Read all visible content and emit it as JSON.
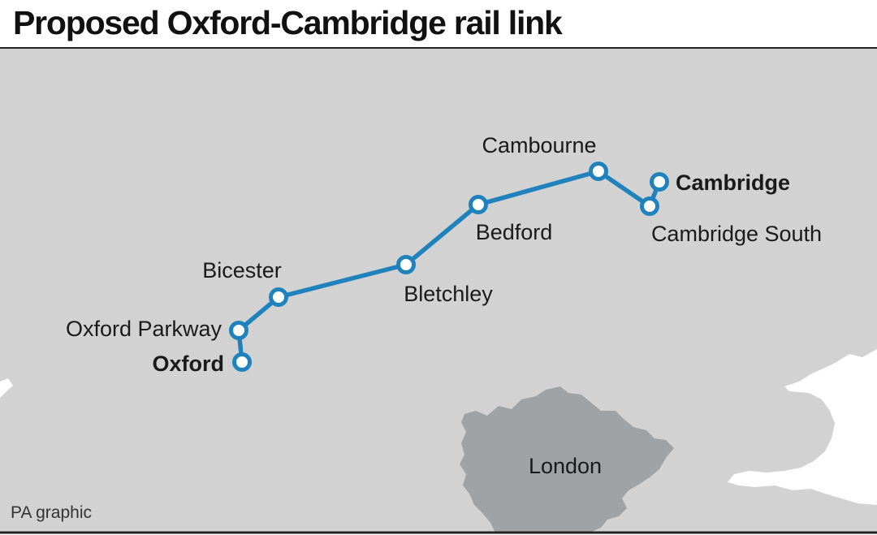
{
  "title": "Proposed Oxford-Cambridge rail link",
  "credit": "PA graphic",
  "colors": {
    "land": "#d2d2d2",
    "sea": "#ffffff",
    "london": "#9fa3a6",
    "route": "#1f82bd",
    "station_fill": "#ffffff",
    "text": "#1a1a1a"
  },
  "stations": {
    "oxford": {
      "name": "Oxford",
      "terminus": true
    },
    "oxford_parkway": {
      "name": "Oxford Parkway",
      "terminus": false
    },
    "bicester": {
      "name": "Bicester",
      "terminus": false
    },
    "bletchley": {
      "name": "Bletchley",
      "terminus": false
    },
    "bedford": {
      "name": "Bedford",
      "terminus": false
    },
    "cambourne": {
      "name": "Cambourne",
      "terminus": false
    },
    "cambridge_south": {
      "name": "Cambridge South",
      "terminus": false
    },
    "cambridge": {
      "name": "Cambridge",
      "terminus": true
    }
  },
  "london": {
    "name": "London"
  }
}
